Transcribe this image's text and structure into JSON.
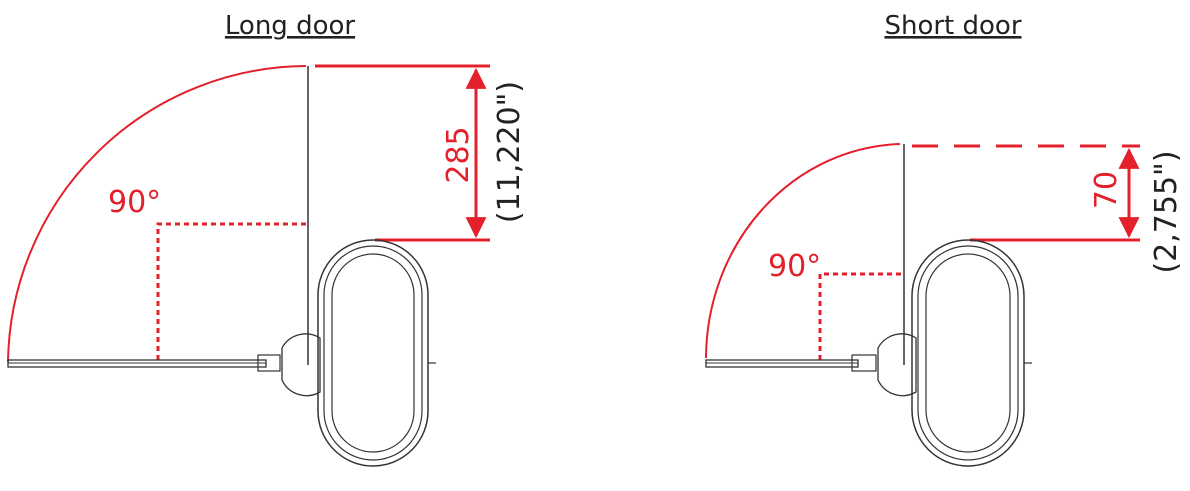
{
  "colors": {
    "dimension": "#e3202b",
    "outline": "#333333",
    "background": "#ffffff"
  },
  "long_door": {
    "title": "Long door",
    "angle_label": "90°",
    "dimension_mm": "285",
    "dimension_in": "(11,220\")"
  },
  "short_door": {
    "title": "Short door",
    "angle_label": "90°",
    "dimension_mm": "70",
    "dimension_in": "(2,755\")"
  }
}
